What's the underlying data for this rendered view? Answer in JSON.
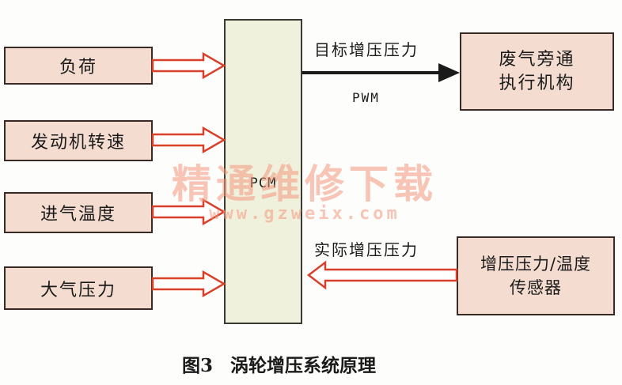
{
  "inputs": [
    {
      "id": "load",
      "label": "负荷"
    },
    {
      "id": "engine_speed",
      "label": "发动机转速"
    },
    {
      "id": "intake_temp",
      "label": "进气温度"
    },
    {
      "id": "atmos_pressure",
      "label": "大气压力"
    }
  ],
  "pcm": {
    "label": "PCM"
  },
  "output": {
    "line1": "废气旁通",
    "line2": "执行机构",
    "arrow_label": "目标增压压力",
    "signal_label": "PWM"
  },
  "sensor": {
    "line1": "增压压力/温度",
    "line2": "传感器",
    "arrow_label": "实际增压压力"
  },
  "caption": {
    "figure": "图3",
    "title": "涡轮增压系统原理"
  },
  "watermark": {
    "line1": "精通维修下载",
    "line2": "www.gzweix.com"
  },
  "colors": {
    "box_fill": "#f4ddd0",
    "pcm_fill": "#eff1dc",
    "arrow_outline": "#d9402a",
    "arrow_solid": "#1a1a1a"
  }
}
